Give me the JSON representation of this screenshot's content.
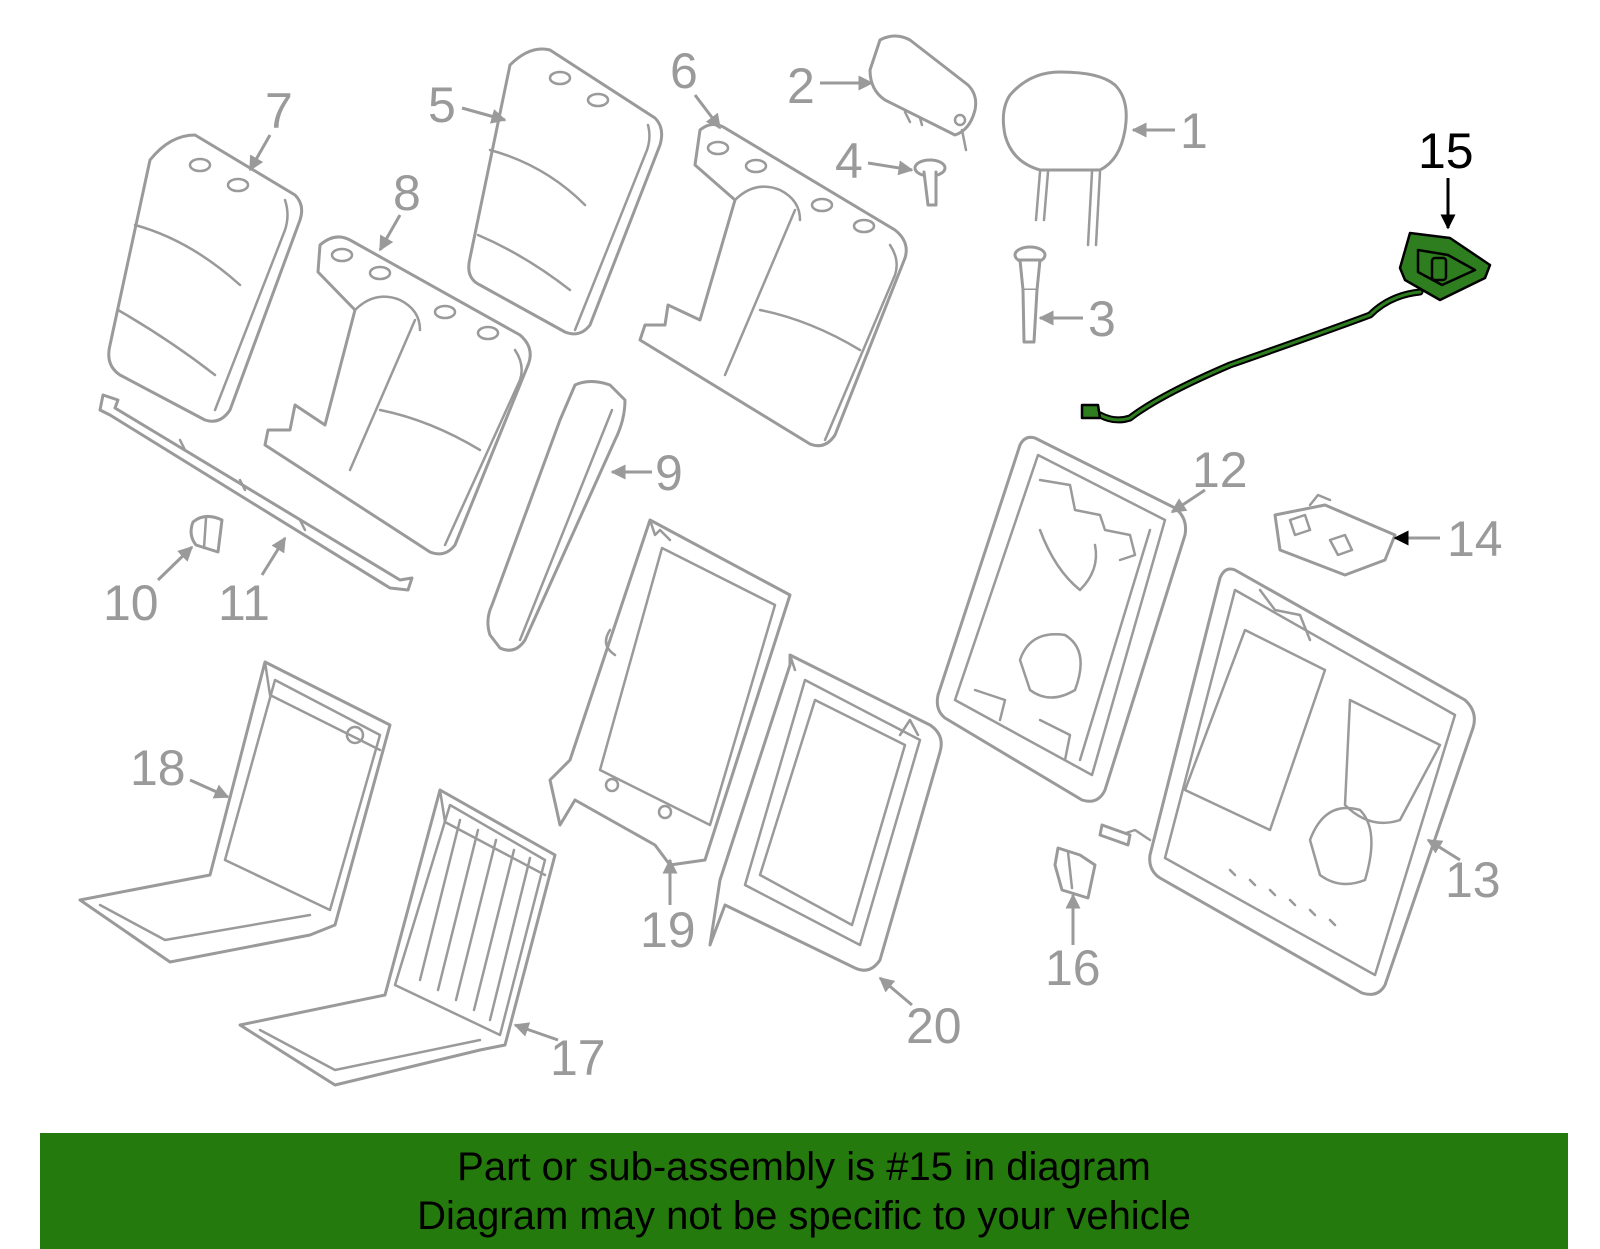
{
  "callouts": {
    "c1": "1",
    "c2": "2",
    "c3": "3",
    "c4": "4",
    "c5": "5",
    "c6": "6",
    "c7": "7",
    "c8": "8",
    "c9": "9",
    "c10": "10",
    "c11": "11",
    "c12": "12",
    "c13": "13",
    "c14": "14",
    "c15": "15",
    "c16": "16",
    "c17": "17",
    "c18": "18",
    "c19": "19",
    "c20": "20"
  },
  "highlight": {
    "part": "15",
    "color": "#2e7d1f"
  },
  "banner": {
    "line1": "Part or sub-assembly is #15 in diagram",
    "line2": "Diagram may not be specific to your vehicle",
    "background": "#247a0c"
  }
}
